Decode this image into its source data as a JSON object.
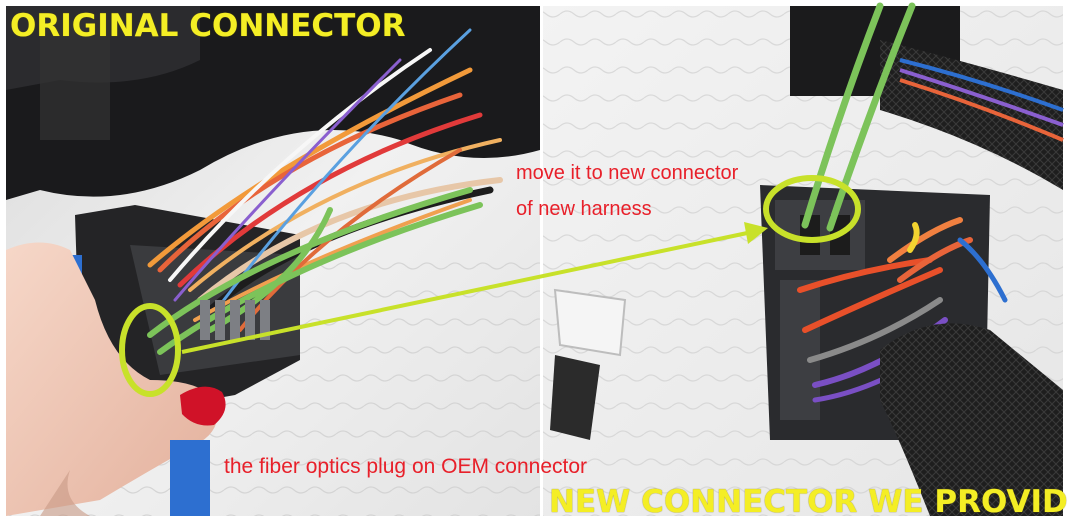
{
  "titles": {
    "left": "ORIGINAL CONNECTOR",
    "right": "NEW CONNECTOR WE PROVIDE"
  },
  "notes": {
    "move_line1": "move it to new connector",
    "move_line2": "of new harness",
    "fiber_plug": "the fiber optics plug on OEM connector"
  },
  "colors": {
    "title_yellow": "#f4ee25",
    "note_red": "#e8202a",
    "highlight": "#c8e12a",
    "fiber_green": "#7cc35a"
  }
}
